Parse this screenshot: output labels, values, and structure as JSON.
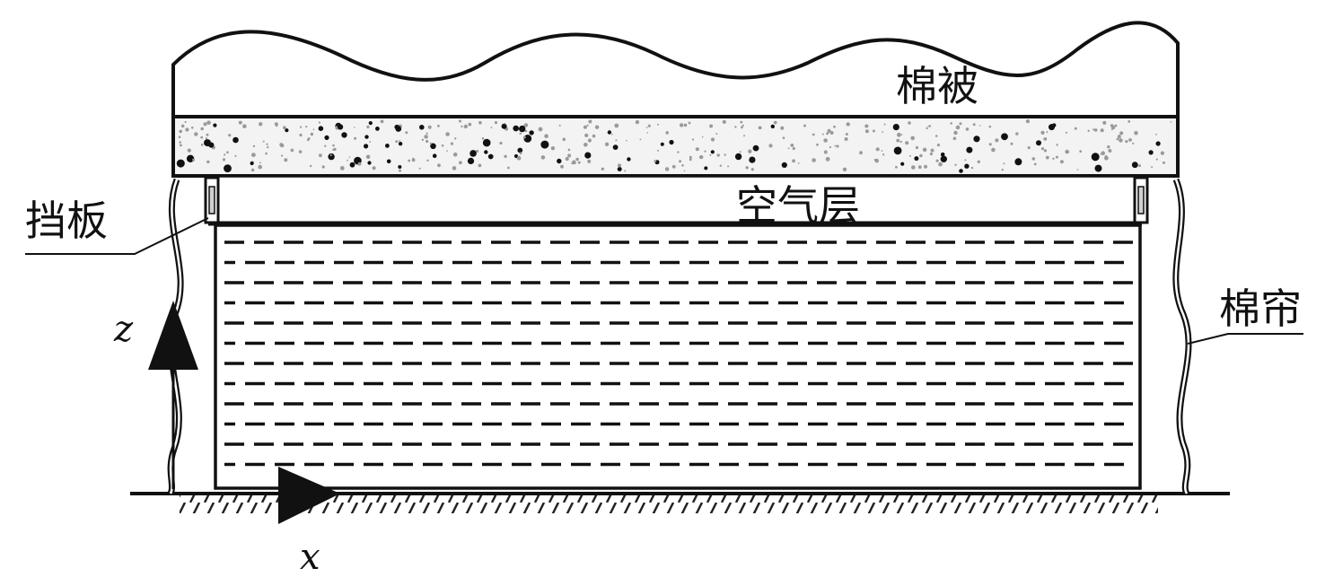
{
  "labels": {
    "quilt": "棉被",
    "air_layer": "空气层",
    "baffle": "挡板",
    "curtain": "棉帘",
    "z_axis": "z",
    "x_axis": "x"
  },
  "colors": {
    "stroke": "#111111",
    "speckle_light": "#9a9a9a",
    "speckle_dark": "#111111",
    "background": "#ffffff"
  }
}
